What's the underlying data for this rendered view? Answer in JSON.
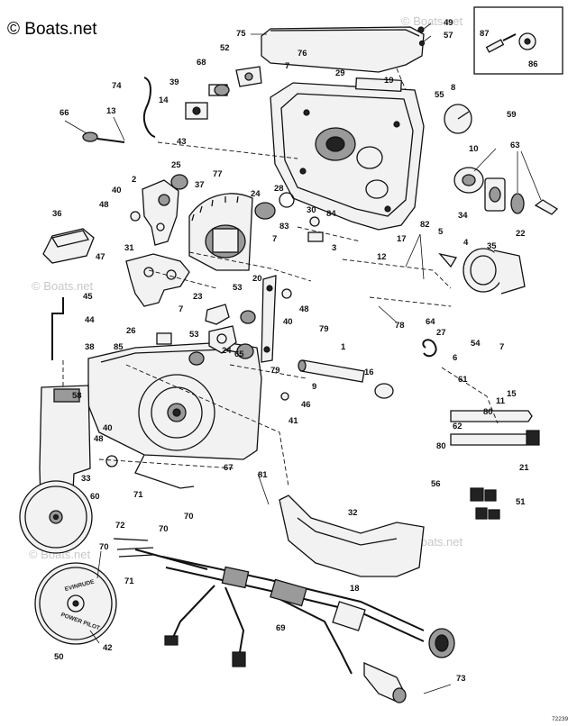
{
  "watermark": {
    "brand": "© Boats.net",
    "faint": [
      "© Boats.net",
      "© Boats.net",
      "© Boats.net",
      "© Boats.net"
    ]
  },
  "diagram_code": "72239",
  "disc_text": {
    "top": "EVINRUDE",
    "bottom": "POWER PILOT"
  },
  "callouts": [
    "1",
    "2",
    "3",
    "5",
    "6",
    "7",
    "7",
    "7",
    "7",
    "8",
    "9",
    "10",
    "11",
    "12",
    "13",
    "14",
    "15",
    "16",
    "17",
    "18",
    "19",
    "20",
    "21",
    "22",
    "23",
    "24",
    "24",
    "25",
    "26",
    "27",
    "28",
    "29",
    "30",
    "31",
    "32",
    "33",
    "34",
    "35",
    "36",
    "37",
    "38",
    "39",
    "40",
    "40",
    "40",
    "41",
    "42",
    "43",
    "44",
    "45",
    "46",
    "47",
    "48",
    "48",
    "48",
    "49",
    "50",
    "51",
    "52",
    "53",
    "53",
    "54",
    "55",
    "56",
    "57",
    "58",
    "59",
    "60",
    "61",
    "62",
    "63",
    "64",
    "65",
    "66",
    "67",
    "68",
    "69",
    "70",
    "70",
    "70",
    "71",
    "71",
    "72",
    "73",
    "74",
    "75",
    "76",
    "77",
    "78",
    "79",
    "79",
    "80",
    "80",
    "81",
    "82",
    "83",
    "84",
    "85",
    "86",
    "87",
    "4"
  ]
}
